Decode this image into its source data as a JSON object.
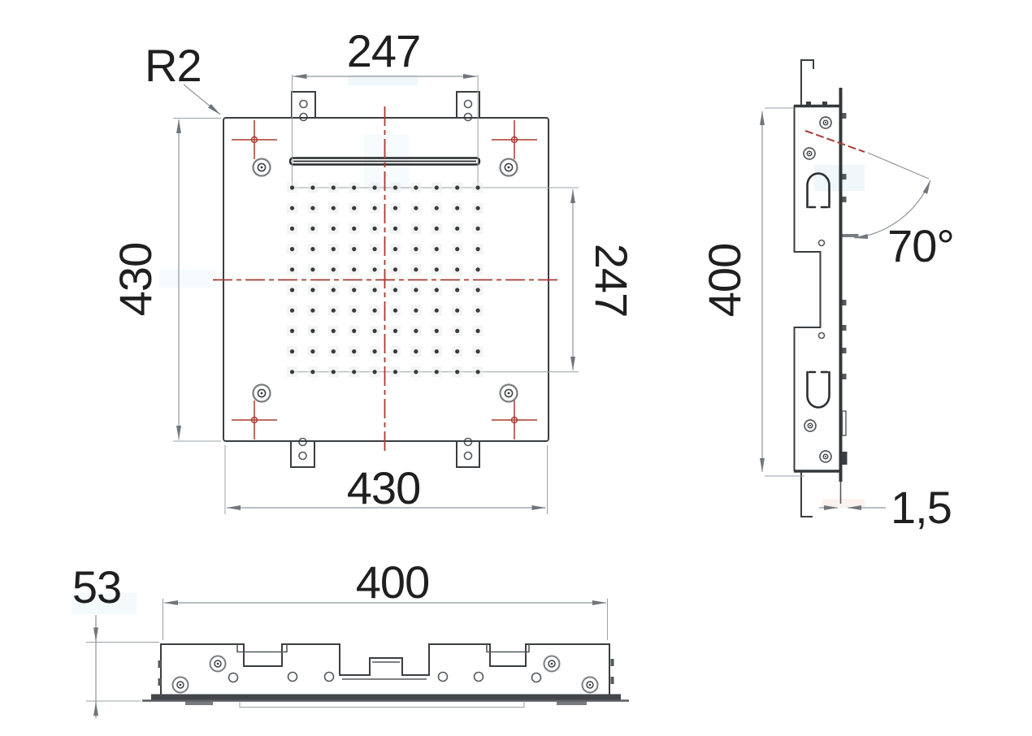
{
  "colors": {
    "outline": "#3a3e41",
    "secondary": "#55595c",
    "dimension_line": "#8f969c",
    "arrowhead": "#70767c",
    "centerline_red": "#a93c31",
    "text": "#1f1f1f",
    "artifact_blue": "#d4e9f4"
  },
  "plan_view": {
    "radius_label": "R2",
    "top_width": "247",
    "left_height": "430",
    "right_height": "247",
    "bottom_width": "430",
    "nozzle_grid": {
      "rows": 10,
      "cols": 10
    }
  },
  "side_view": {
    "height": "400",
    "swing_angle": "70°",
    "panel_thickness": "1,5"
  },
  "front_view": {
    "width": "400",
    "height": "53"
  }
}
